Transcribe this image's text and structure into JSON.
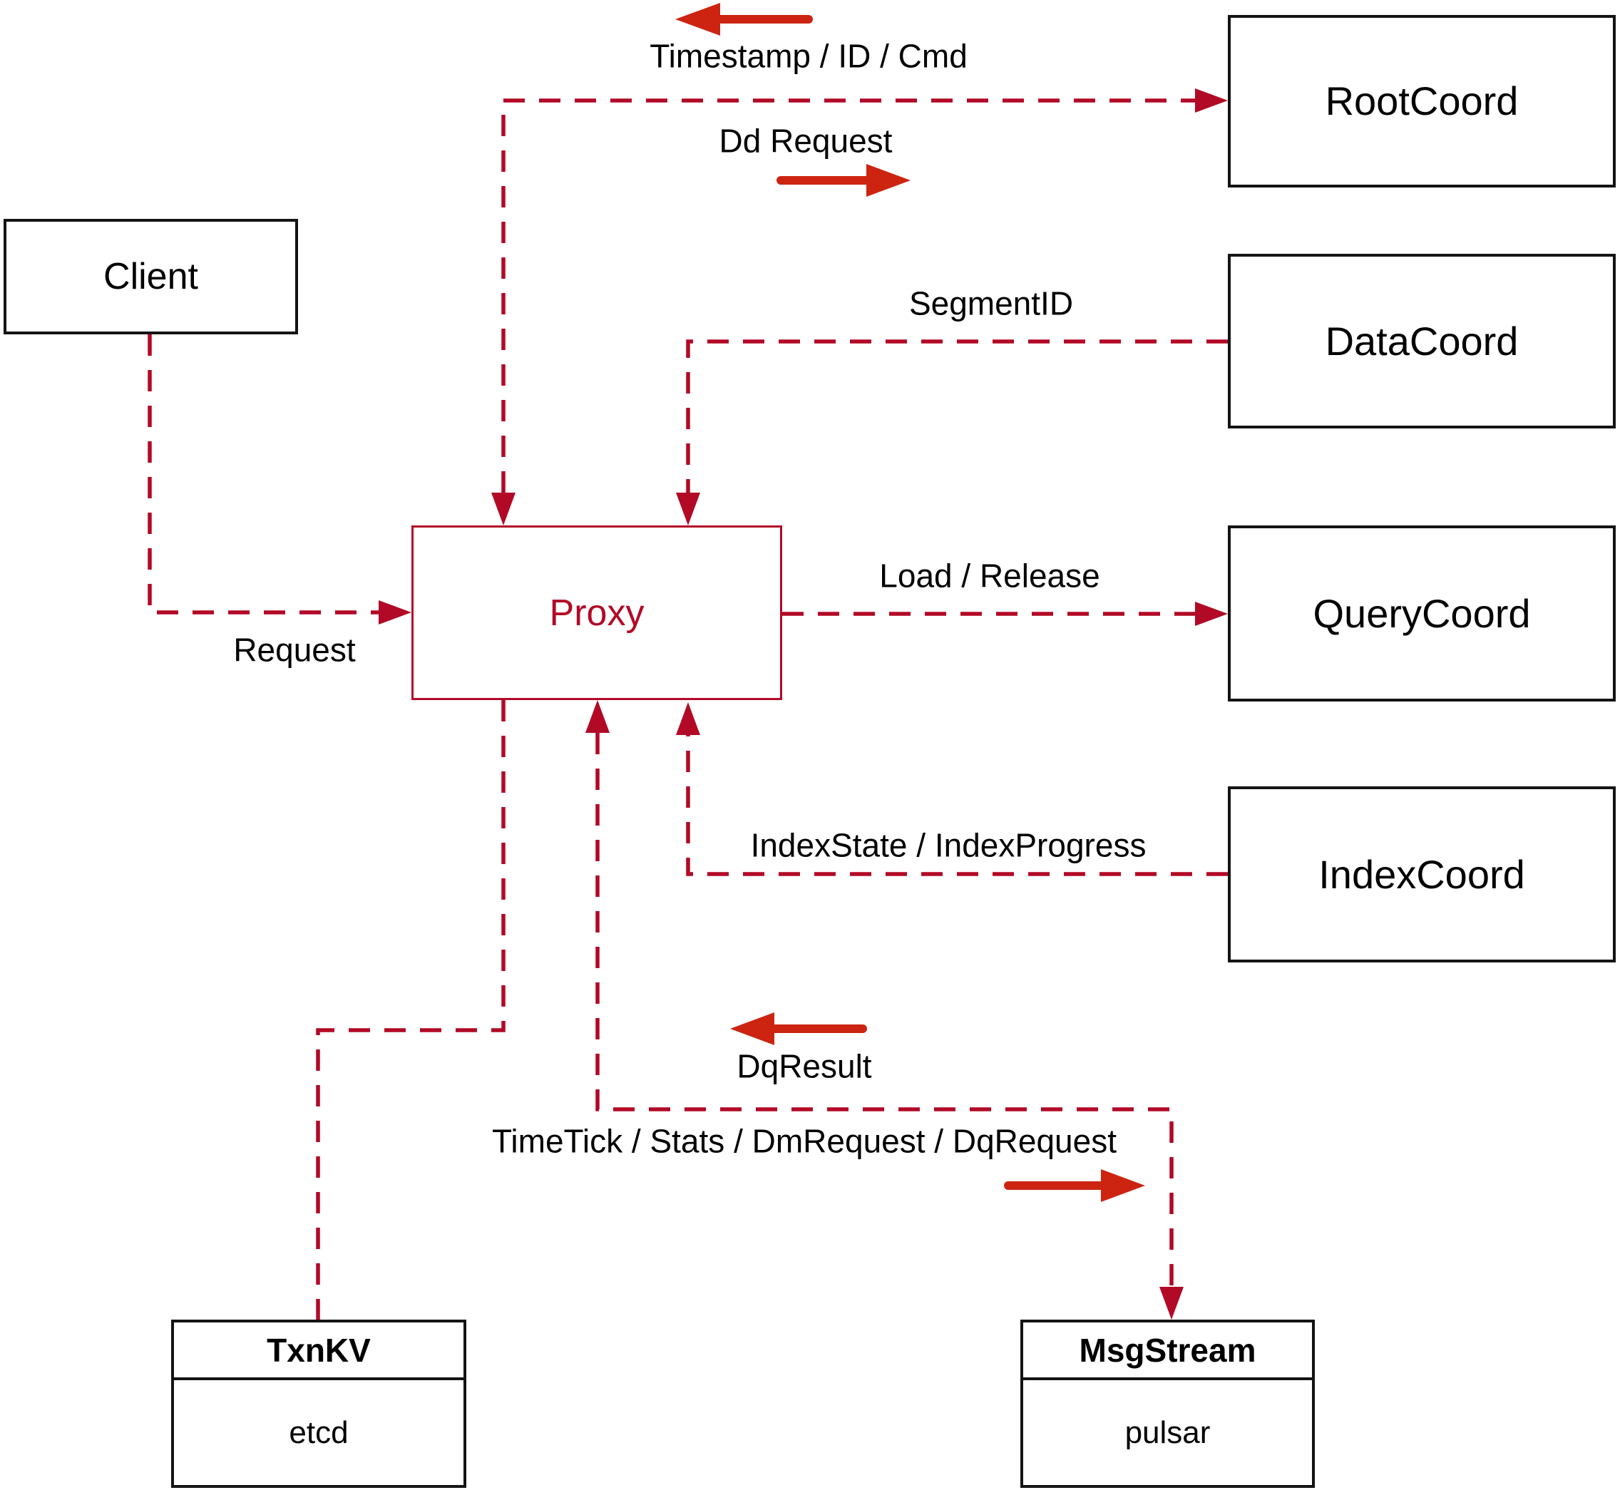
{
  "diagram": {
    "nodes": {
      "client": {
        "label": "Client"
      },
      "rootcoord": {
        "label": "RootCoord"
      },
      "datacoord": {
        "label": "DataCoord"
      },
      "querycoord": {
        "label": "QueryCoord"
      },
      "indexcoord": {
        "label": "IndexCoord"
      },
      "proxy": {
        "label": "Proxy"
      },
      "txnkv": {
        "title": "TxnKV",
        "impl": "etcd"
      },
      "msgstream": {
        "title": "MsgStream",
        "impl": "pulsar"
      }
    },
    "edge_labels": {
      "timestamp_id_cmd": "Timestamp / ID / Cmd",
      "dd_request": "Dd Request",
      "segment_id": "SegmentID",
      "load_release": "Load / Release",
      "request": "Request",
      "index_state_progress": "IndexState / IndexProgress",
      "dq_result": "DqResult",
      "timetick_stats": "TimeTick / Stats / DmRequest / DqRequest"
    },
    "icons": {
      "left_direction_arrow": "left-arrow-icon",
      "right_direction_arrow": "right-arrow-icon"
    },
    "colors": {
      "dashed_line": "#B20926",
      "solid_arrow": "#CC2411",
      "node_border": "#141414",
      "proxy_accent": "#B20926",
      "text": "#000000",
      "background": "#FFFFFF"
    }
  }
}
